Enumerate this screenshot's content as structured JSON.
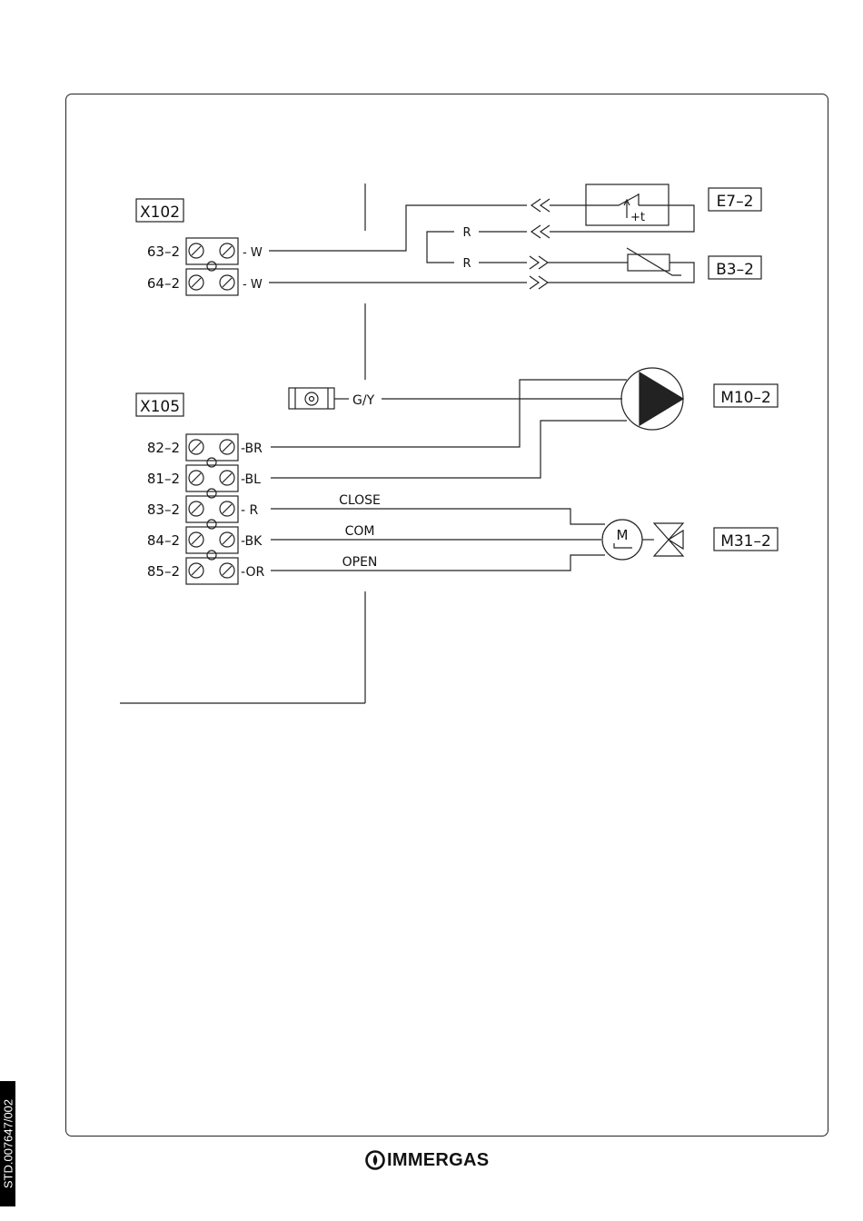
{
  "connectors": {
    "x102": {
      "label": "X102",
      "pins": [
        {
          "pin": "63–2",
          "wire": "- W"
        },
        {
          "pin": "64–2",
          "wire": "- W"
        }
      ]
    },
    "x105": {
      "label": "X105",
      "pins": [
        {
          "pin": "82–2",
          "wire": "-BR"
        },
        {
          "pin": "81–2",
          "wire": "-BL"
        },
        {
          "pin": "83–2",
          "wire": "- R"
        },
        {
          "pin": "84–2",
          "wire": "-BK"
        },
        {
          "pin": "85–2",
          "wire": "-OR"
        }
      ]
    }
  },
  "components": {
    "e7": {
      "label": "E7–2",
      "symbol_text": "+t"
    },
    "b3": {
      "label": "B3–2"
    },
    "m10": {
      "label": "M10–2"
    },
    "m31": {
      "label": "M31–2",
      "motor_text": "M"
    }
  },
  "wires": {
    "upper_r1": "R",
    "upper_r2": "R",
    "earth": "G/Y",
    "close": "CLOSE",
    "com": "COM",
    "open": "OPEN"
  },
  "footer": {
    "doc_code": "STD.007647/002",
    "brand": "IMMERGAS"
  }
}
